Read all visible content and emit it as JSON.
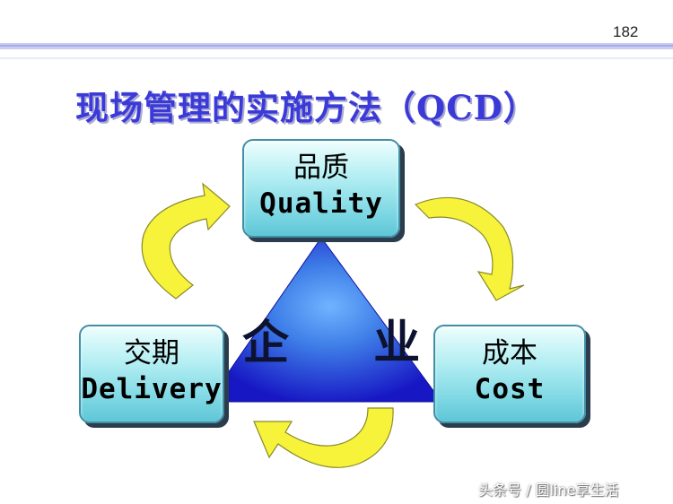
{
  "page_number": "182",
  "title": "现场管理的实施方法（QCD）",
  "diagram": {
    "center_label": "企 业",
    "nodes": [
      {
        "id": "quality",
        "zh": "品质",
        "en": "Quality"
      },
      {
        "id": "delivery",
        "zh": "交期",
        "en": "Delivery"
      },
      {
        "id": "cost",
        "zh": "成本",
        "en": "Cost"
      }
    ],
    "colors": {
      "title": "#3b3ad8",
      "triangle_light": "#4f9cf2",
      "triangle_dark": "#1a1bc9",
      "box_fill": "#7fd8e4",
      "arrow_fill": "#f7f23a",
      "arrow_stroke": "#8a8a2a"
    }
  },
  "watermark": "头条号 / 圆line享生活"
}
